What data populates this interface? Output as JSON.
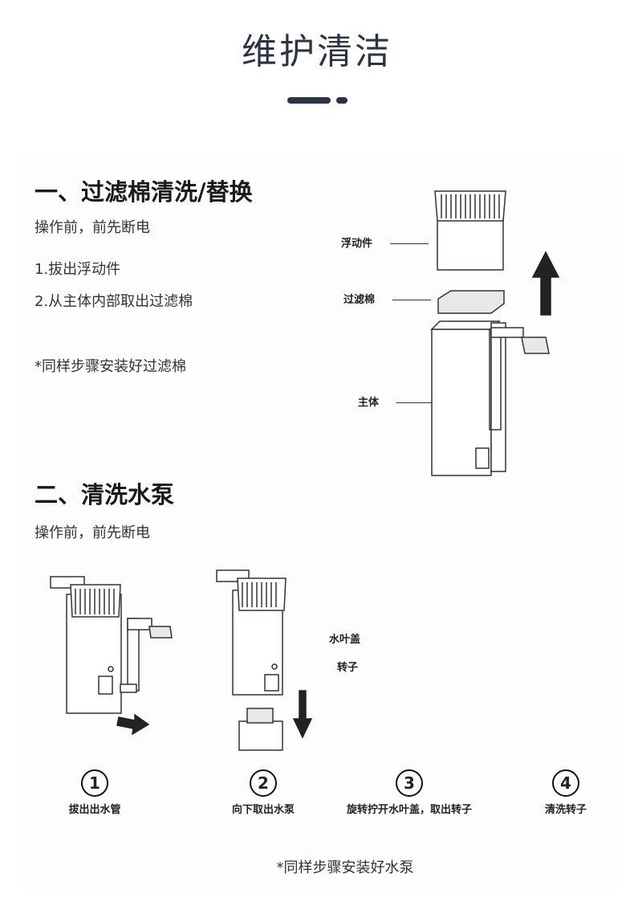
{
  "page_title": "维护清洁",
  "section1": {
    "heading": "一、过滤棉清洗/替换",
    "note_power": "操作前，前先断电",
    "steps": [
      "1.拔出浮动件",
      "2.从主体内部取出过滤棉"
    ],
    "footnote": "*同样步骤安装好过滤棉",
    "part_labels": {
      "float": "浮动件",
      "sponge": "过滤棉",
      "body": "主体"
    }
  },
  "section2": {
    "heading": "二、清洗水泵",
    "note_power": "操作前，前先断电",
    "part_labels": {
      "impeller_cover": "水叶盖",
      "rotor": "转子"
    },
    "steps": [
      {
        "num": "1",
        "caption": "拔出出水管"
      },
      {
        "num": "2",
        "caption": "向下取出水泵"
      },
      {
        "num": "3",
        "caption": "旋转拧开水叶盖，取出转子"
      },
      {
        "num": "4",
        "caption": "清洗转子"
      }
    ],
    "footnote": "*同样步骤安装好水泵"
  },
  "colors": {
    "title": "#2b3444",
    "text": "#222222"
  }
}
